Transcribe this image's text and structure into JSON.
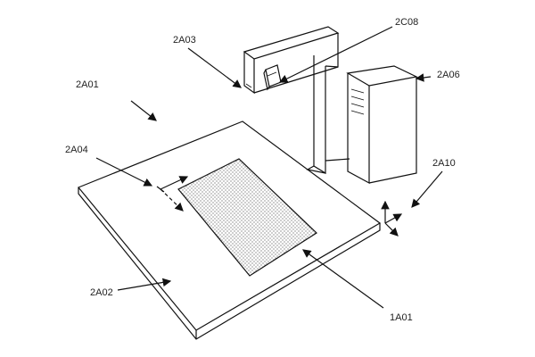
{
  "labels": {
    "a01": "2A01",
    "a02": "2A02",
    "a03": "2A03",
    "a04": "2A04",
    "a06": "2A06",
    "a10": "2A10",
    "c08": "2C08",
    "s01": "1A01"
  },
  "colors": {
    "ink": "#111111",
    "dots": "#555555",
    "paper": "#ffffff"
  }
}
